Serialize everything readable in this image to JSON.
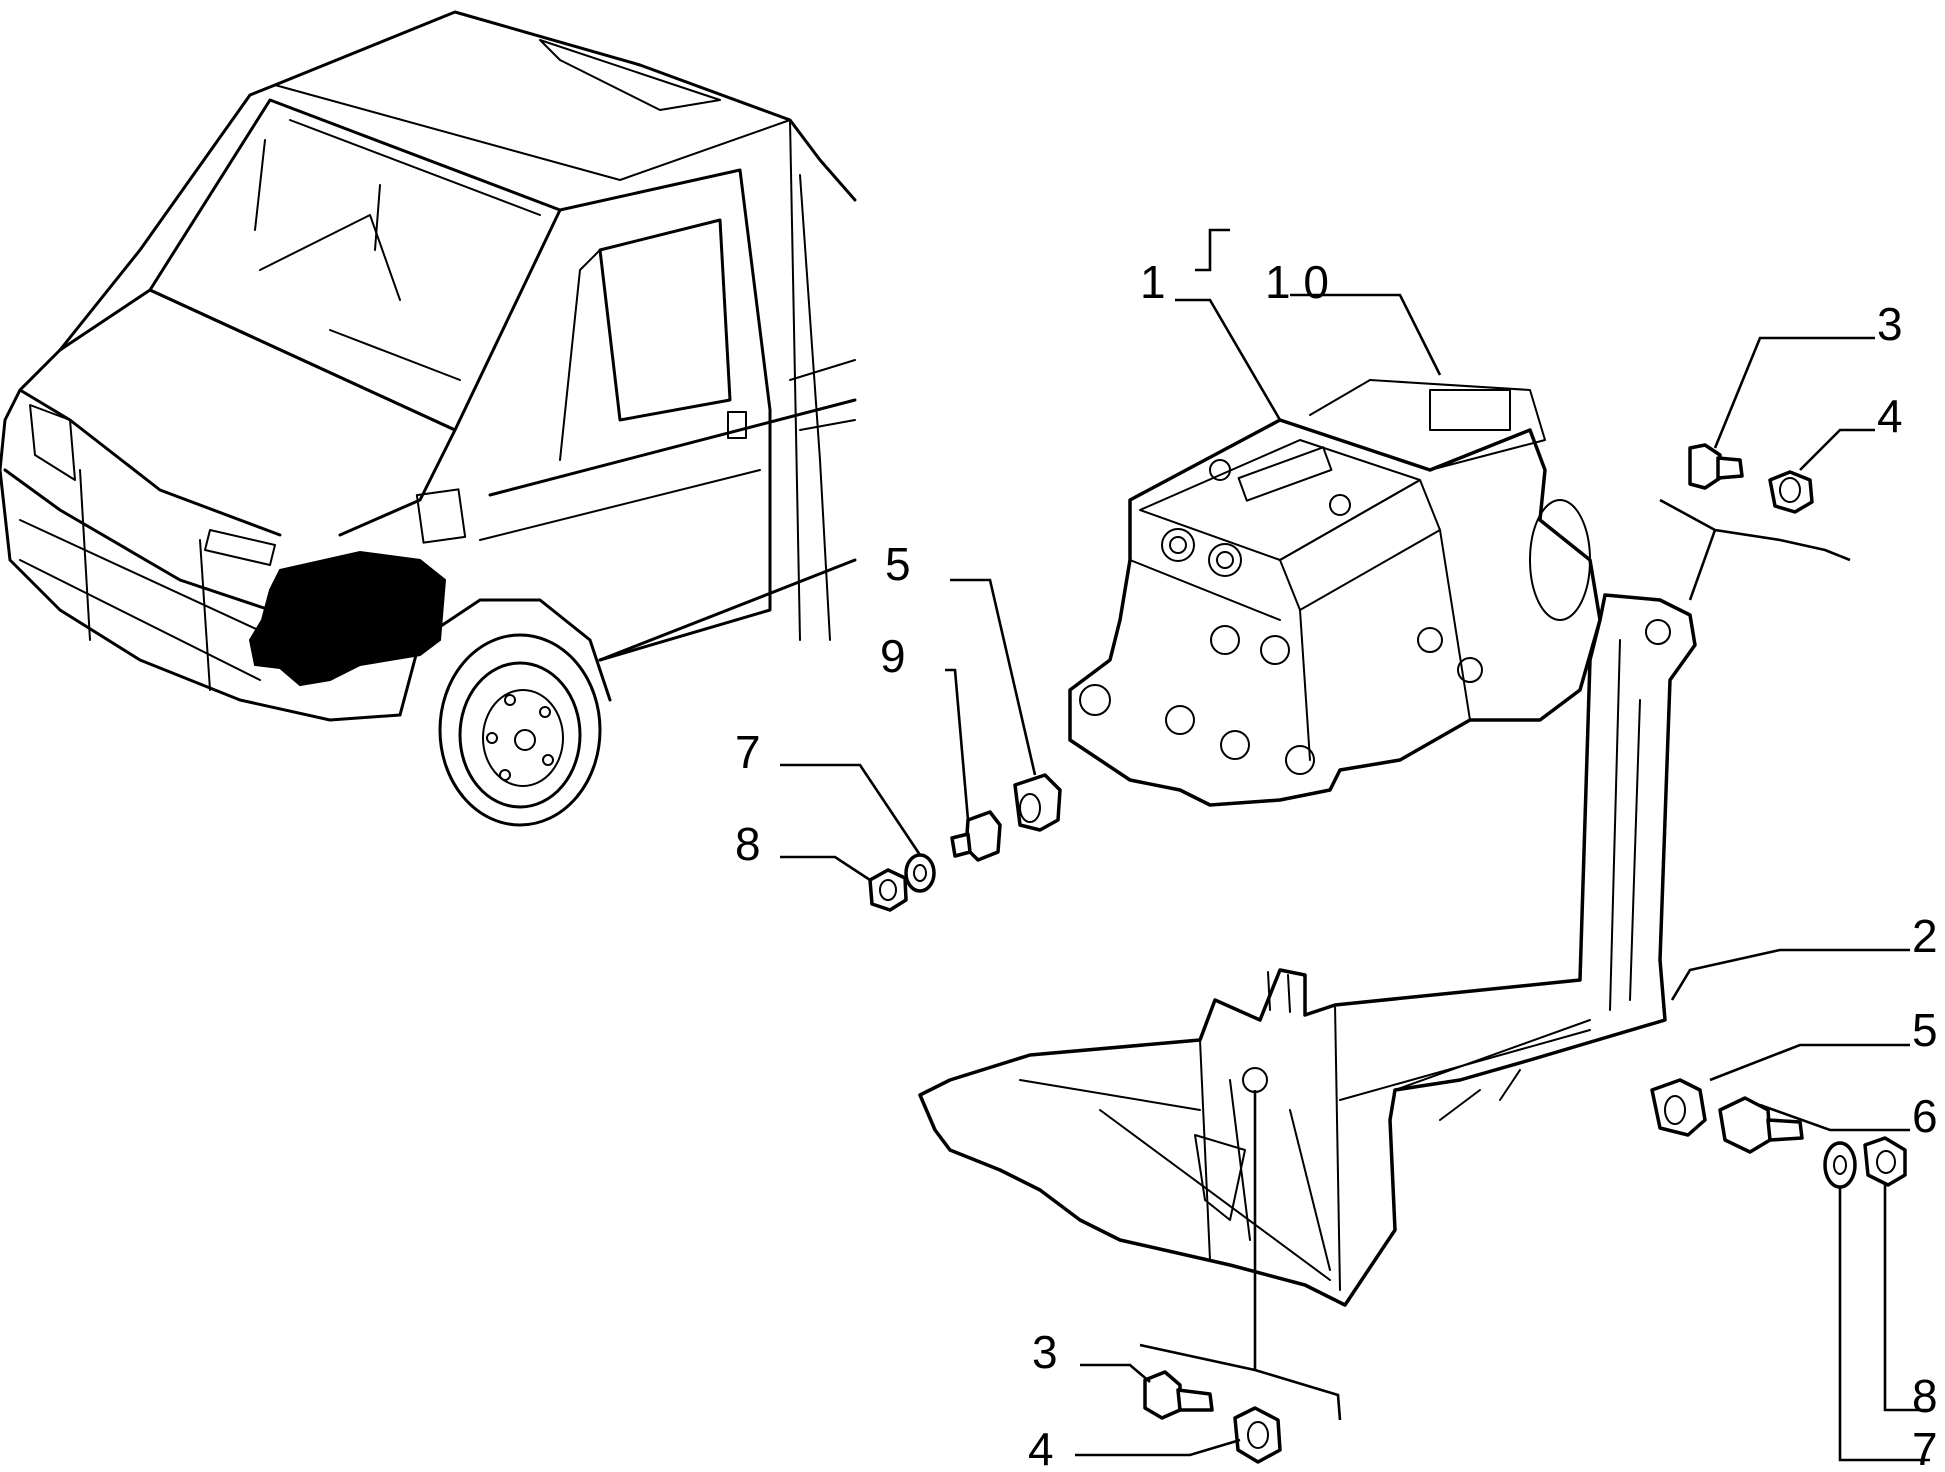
{
  "callouts": {
    "c1": "1",
    "c10": "1 0",
    "c3_top": "3",
    "c4_top": "4",
    "c5_left": "5",
    "c9": "9",
    "c7_left": "7",
    "c8_left": "8",
    "c2": "2",
    "c5_right": "5",
    "c6": "6",
    "c8_right": "8",
    "c3_bottom": "3",
    "c4_bottom": "4",
    "c7_bottom": "7"
  }
}
